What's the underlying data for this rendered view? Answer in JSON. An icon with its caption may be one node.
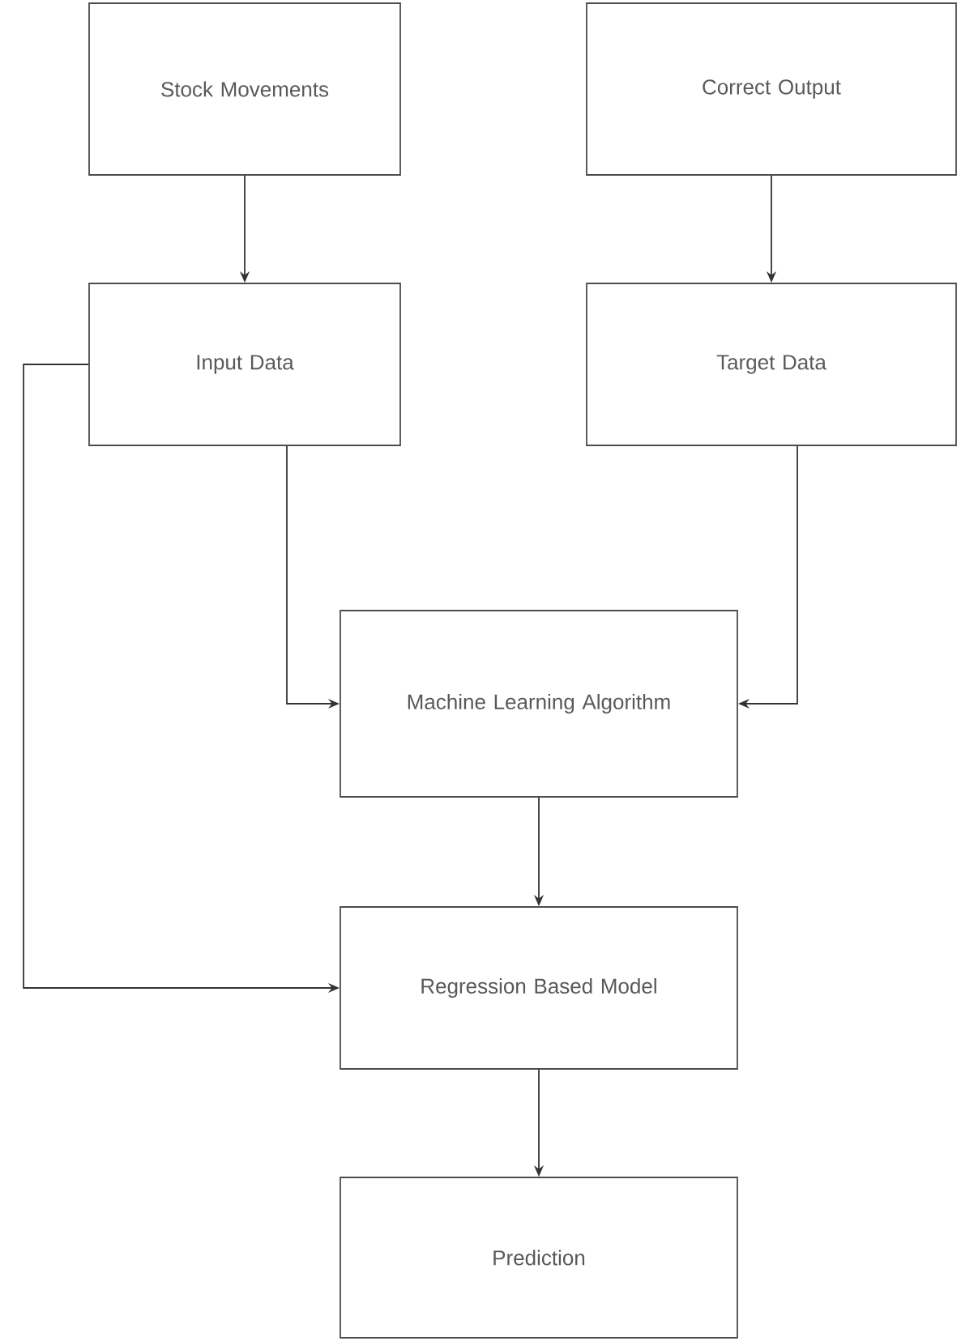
{
  "diagram": {
    "nodes": [
      {
        "text": [
          "Stock Movements"
        ]
      },
      {
        "text": [
          "Correct Output"
        ]
      },
      {
        "text": [
          "Input Data"
        ]
      },
      {
        "text": [
          "Target Data"
        ]
      },
      {
        "text": [
          "Machine Learning Algorithm"
        ]
      },
      {
        "text": [
          "Regression Based Model"
        ]
      },
      {
        "text": [
          "Prediction"
        ]
      }
    ],
    "edges": [
      {
        "from": 0,
        "to": 2,
        "arrow": "to"
      },
      {
        "from": 1,
        "to": 3,
        "arrow": "to"
      },
      {
        "from": 2,
        "to": 4,
        "arrow": "to"
      },
      {
        "from": 3,
        "to": 4,
        "arrow": "to"
      },
      {
        "from": 4,
        "to": 5,
        "arrow": "to"
      },
      {
        "from": 2,
        "to": 5,
        "arrow": "to"
      },
      {
        "from": 5,
        "to": 6,
        "arrow": "to"
      }
    ]
  }
}
